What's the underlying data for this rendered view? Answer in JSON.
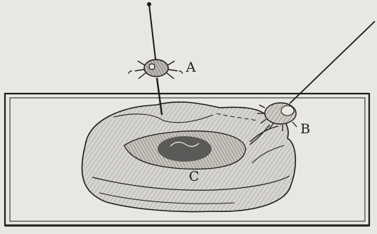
{
  "labels": {
    "a": "A",
    "b": "B",
    "c": "C"
  },
  "colors": {
    "paper": "#e9e7e2",
    "ink": "#1c1c1c"
  }
}
